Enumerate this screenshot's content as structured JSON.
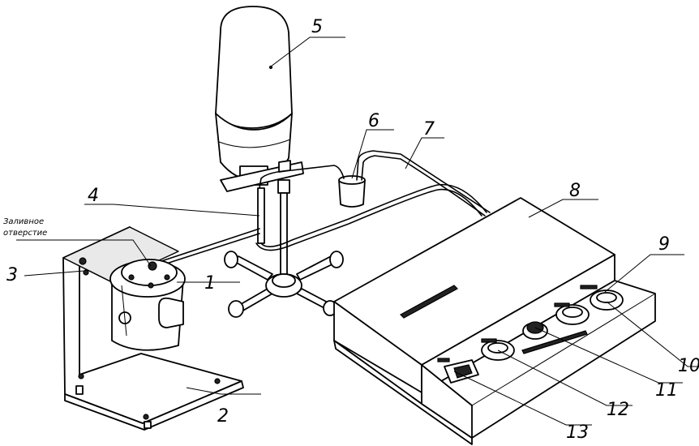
{
  "callouts": [
    "1",
    "2",
    "3",
    "4",
    "5",
    "6",
    "7",
    "8",
    "9",
    "10",
    "11",
    "12",
    "13"
  ],
  "note": {
    "line1": "Заливное",
    "line2": "отверстие"
  }
}
